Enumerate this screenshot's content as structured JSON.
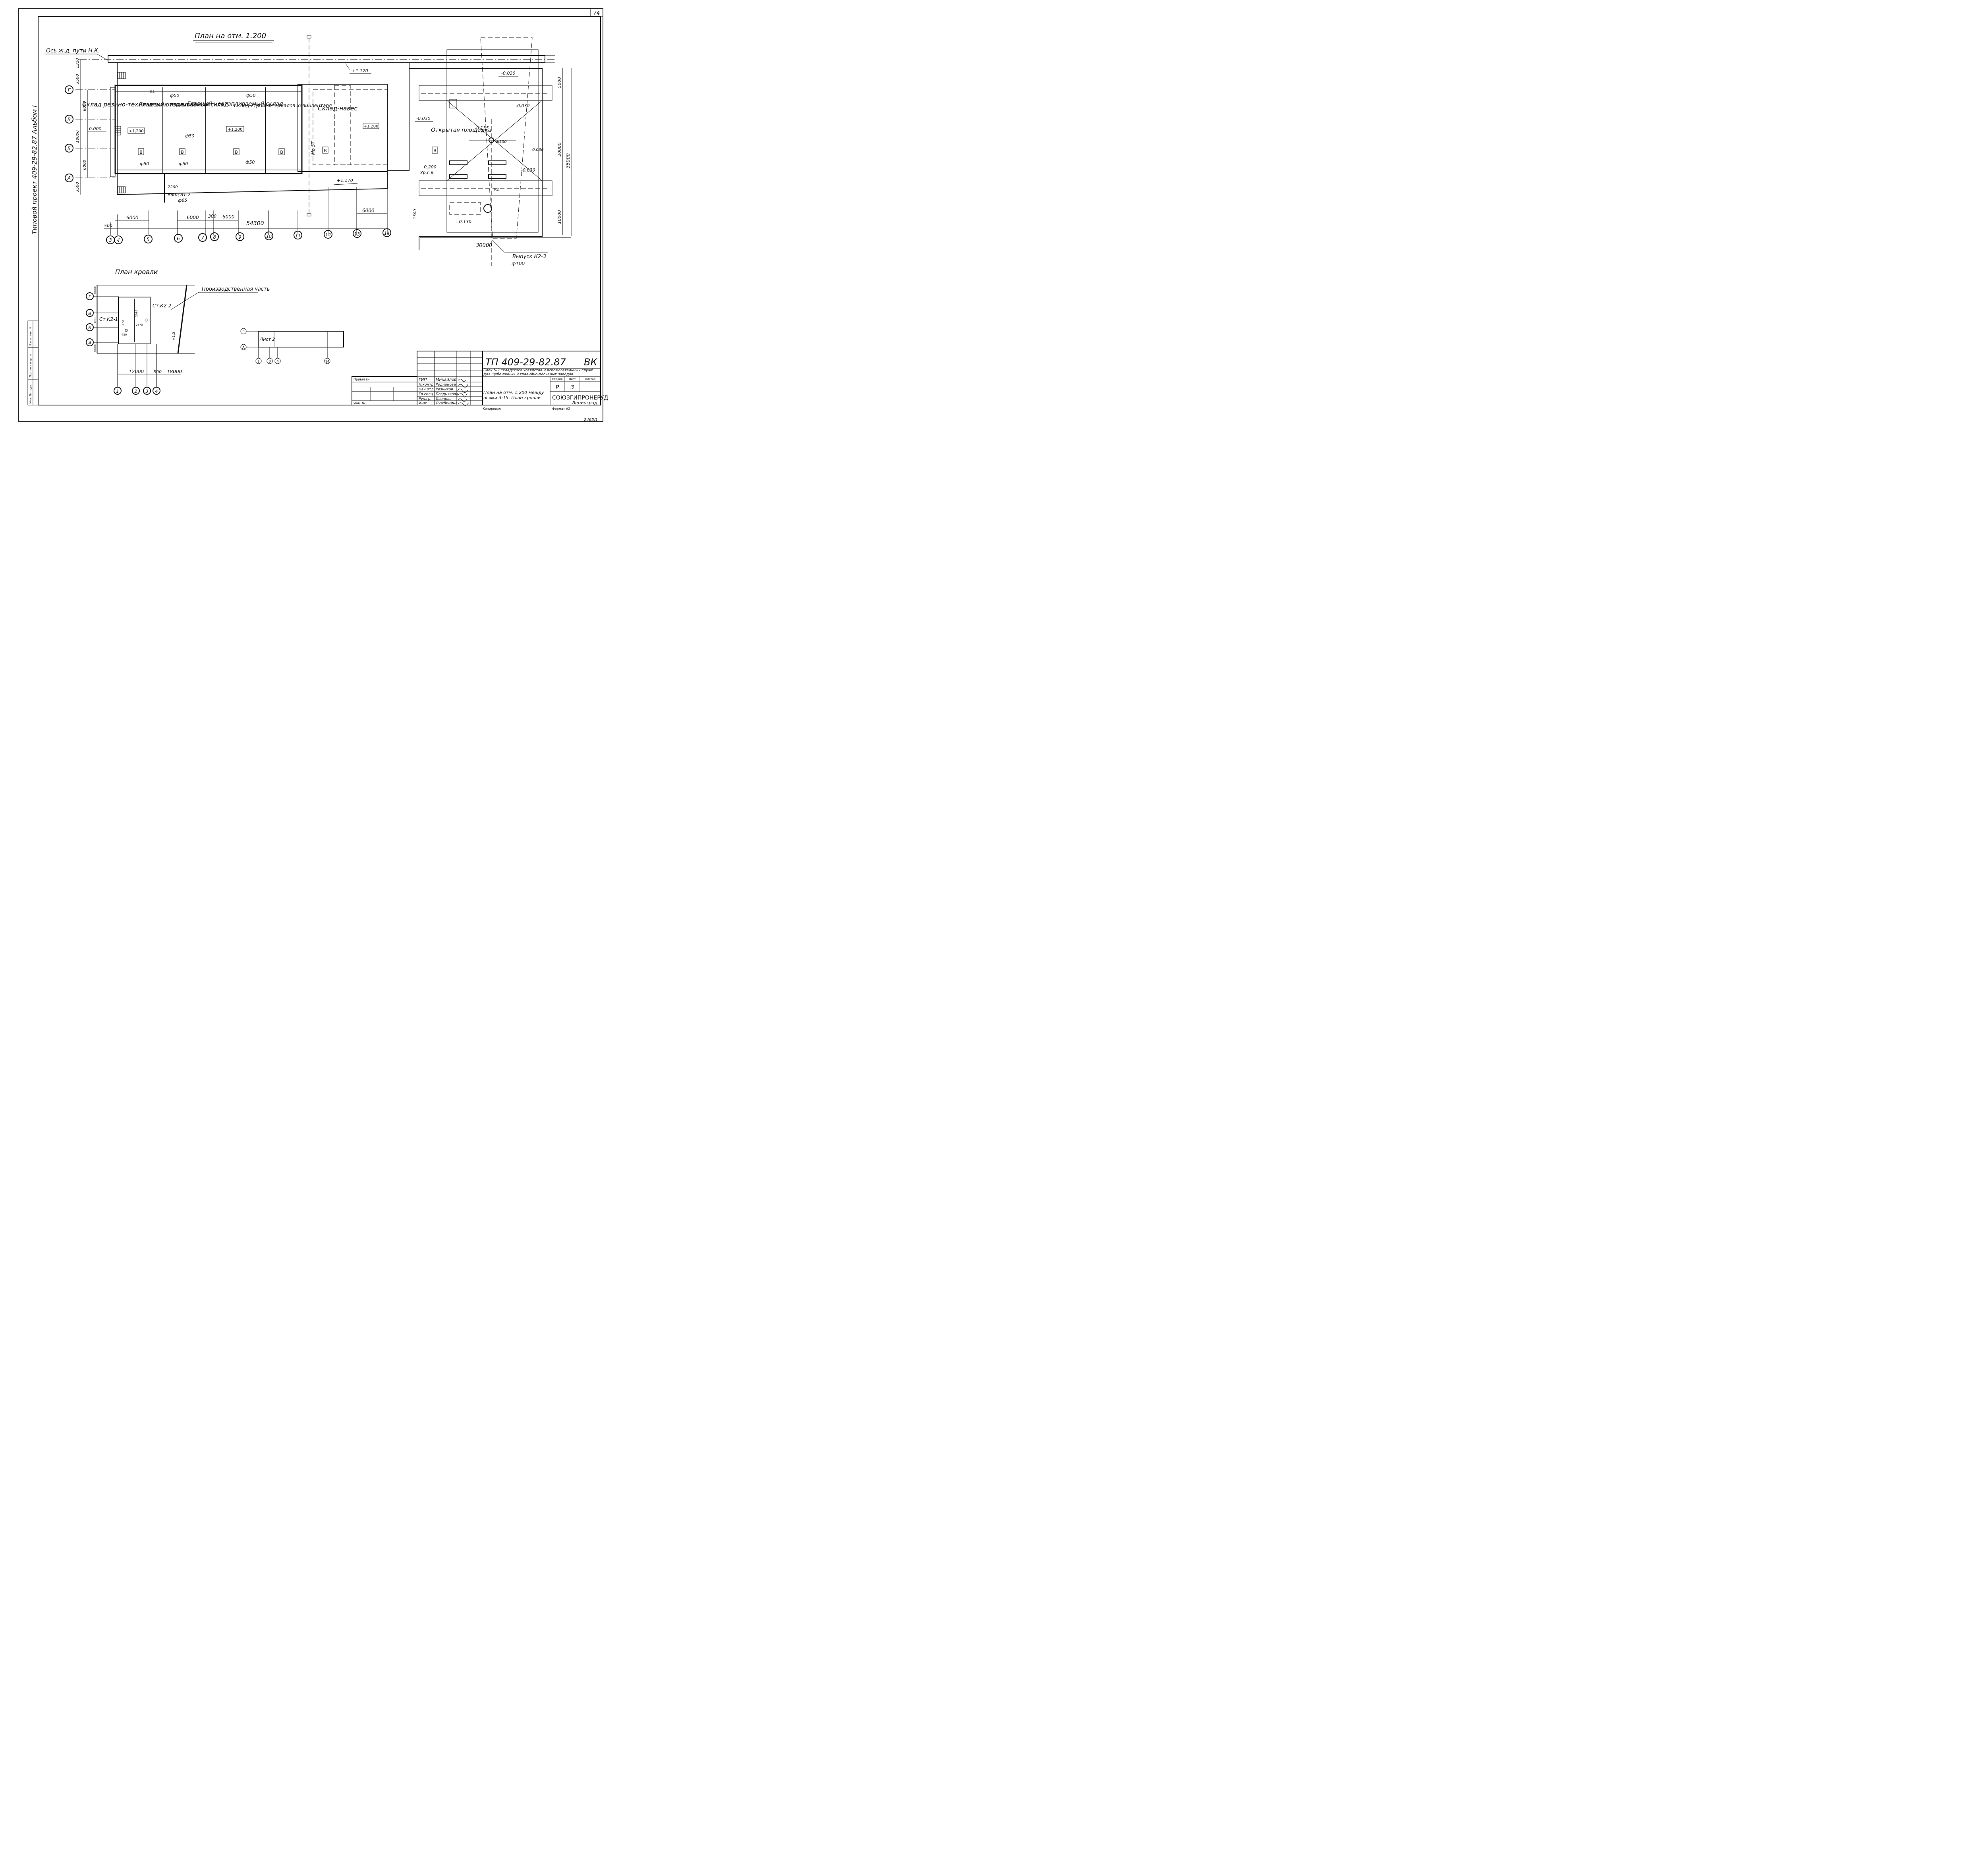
{
  "sheet": {
    "page_number": "74",
    "corner_number": "2465/1",
    "side_label": "Типовой проект 409-29-82.87   Альбом I"
  },
  "plan": {
    "title": "План на отм. 1.200",
    "rail_axis": "Ось ж.д. пути Н.К.",
    "rooms": [
      {
        "name": "Склад резино-технических изделий",
        "mark": "+1,200",
        "cat": "В"
      },
      {
        "name": "Главный отапливаемый склад",
        "mark": "",
        "cat": "В"
      },
      {
        "name": "Главный неотапливаемый склад",
        "mark": "+1.200",
        "cat": "В"
      },
      {
        "name": "Склад стройматериалов хозинвентаря",
        "mark": "",
        "cat": "В"
      },
      {
        "name": "Склад-навес",
        "mark": "+1.200",
        "cat": "В"
      },
      {
        "name": "Открытая площадка",
        "mark": "",
        "cat": "В"
      }
    ],
    "row_axes": [
      "Г",
      "В",
      "Б",
      "А"
    ],
    "row_dims": [
      "1320",
      "3500",
      "6000",
      "18000",
      "6000",
      "3500"
    ],
    "col_axes": [
      "3",
      "4",
      "5",
      "6",
      "7",
      "8",
      "9",
      "10",
      "11",
      "12",
      "13",
      "14"
    ],
    "col_dims": [
      "500",
      "6000",
      "6000",
      "300",
      "6000",
      "54300",
      "6000",
      "1500"
    ],
    "labels": {
      "l0000": "0.000",
      "p1170a": "+1.170",
      "p1170b": "+1.170",
      "m030a": "-0,030",
      "m030b": "-0,030",
      "m030c": "-0,030",
      "m030d": "0,030",
      "m030e": "-0,030",
      "m135": "-0,135",
      "m130": "- 0,130",
      "p200": "+0,200",
      "urgr": "Ур.г.в.",
      "d50a": "ф50",
      "d50b": "ф50",
      "d50c": "ф50",
      "d50d": "ф50",
      "d50e": "ф50",
      "d50f": "ф50",
      "d100a": "ф100",
      "b1": "В1",
      "k2": "К2",
      "vvod": "Ввод В1-2",
      "vvod_d": "ф65",
      "d2200": "2200",
      "mr": "Мр 5Т",
      "right_dims": [
        "5000",
        "20000",
        "35000",
        "10000"
      ],
      "d30000": "30000",
      "vypusk": "Выпуск К2-3",
      "vypusk_d": "ф100"
    }
  },
  "roof": {
    "title": "План кровли",
    "prod_part": "Производственная часть",
    "st1": "Ст.К2-1",
    "st2": "Ст.К2-2",
    "row_axes": [
      "Г",
      "В",
      "Б",
      "А"
    ],
    "row_dims": [
      "6000",
      "18000",
      "6000"
    ],
    "col_axes": [
      "1",
      "2",
      "3",
      "4"
    ],
    "col_dims": [
      "12000",
      "500",
      "18000"
    ],
    "small_dims": [
      "370",
      "450",
      "2875",
      "2080"
    ],
    "slope": "i=1.5"
  },
  "key": {
    "sheet_label": "Лист 2",
    "row_axes": [
      "Г",
      "А"
    ],
    "col_axes": [
      "1",
      "3",
      "4",
      "14"
    ]
  },
  "stamp": {
    "code": "ТП 409-29-82.87",
    "mark": "ВК",
    "description": "Блок №2 складского хозяйства и вспомогательных служб для щебеночных и гравийно-песчаных заводов",
    "sheet_title": "План на отм. 1.200 между осями 3-15. План кровли.",
    "headers": [
      "Стадия",
      "Лист",
      "Листов"
    ],
    "stage": "Р",
    "sheet": "3",
    "sheets": "",
    "org": "СОЮЗГИПРОНЕРУД",
    "city": "Ленинград",
    "bound": "Привязан",
    "inv": "Инв. №",
    "copied": "Копировал",
    "format": "Формат А2",
    "people": [
      {
        "role": "ГИП",
        "name": "Михайлов"
      },
      {
        "role": "Н.контр.",
        "name": "Родионова"
      },
      {
        "role": "Нач.отд.",
        "name": "Резников"
      },
      {
        "role": "Гл.спец.",
        "name": "Позднякова"
      },
      {
        "role": "Рук.гр.",
        "name": "Иванова"
      },
      {
        "role": "Инж.",
        "name": "Лужбинина"
      }
    ],
    "side_strip": [
      "Инв. № подл.",
      "Подпись и дата",
      "Взам. инв. №"
    ]
  }
}
